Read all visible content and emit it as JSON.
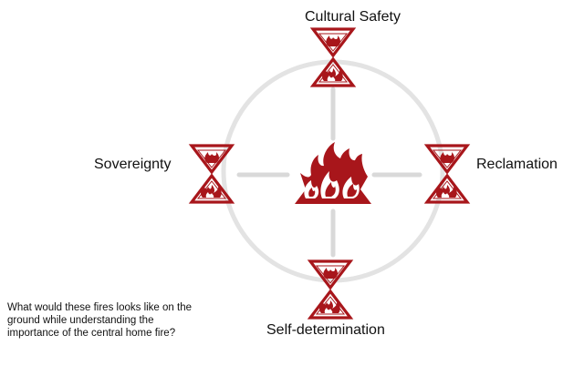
{
  "labels": {
    "top": "Cultural Safety",
    "left": "Sovereignty",
    "right": "Reclamation",
    "bottom": "Self-determination"
  },
  "question": "What would these fires looks like on the ground while understanding the importance of the central home fire?",
  "icons": {
    "center": "central-home-fire-icon",
    "nodes": "hourglass-fire-icon"
  },
  "colors": {
    "fire": "#a8161b",
    "circle": "#e3e3e3",
    "spoke": "#d9d9d9"
  }
}
